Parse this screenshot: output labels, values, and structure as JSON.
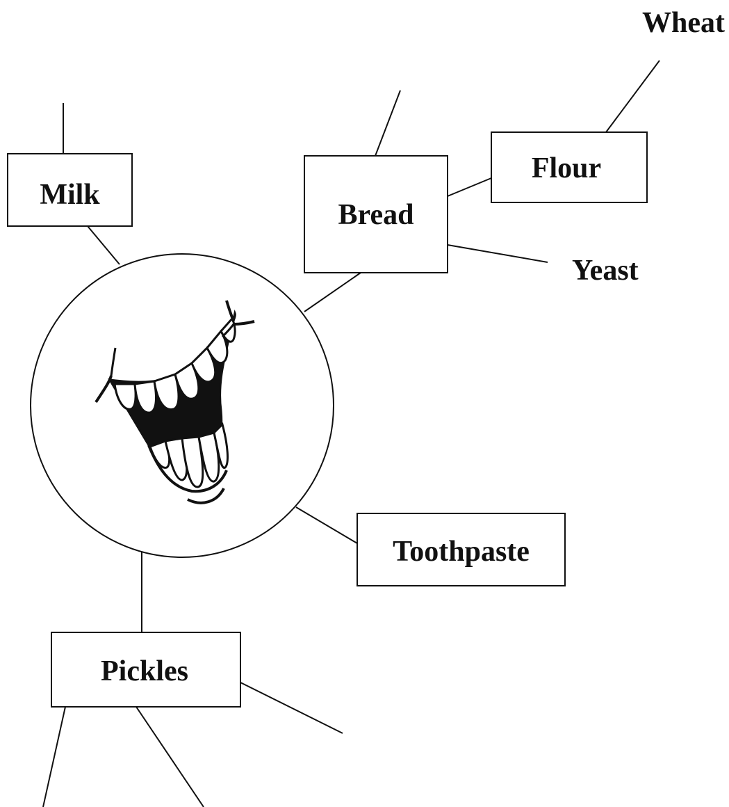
{
  "diagram": {
    "hub_icon": "smiling-mouth-icon",
    "nodes": {
      "milk": "Milk",
      "bread": "Bread",
      "flour": "Flour",
      "wheat": "Wheat",
      "yeast": "Yeast",
      "toothpaste": "Toothpaste",
      "pickles": "Pickles"
    }
  }
}
